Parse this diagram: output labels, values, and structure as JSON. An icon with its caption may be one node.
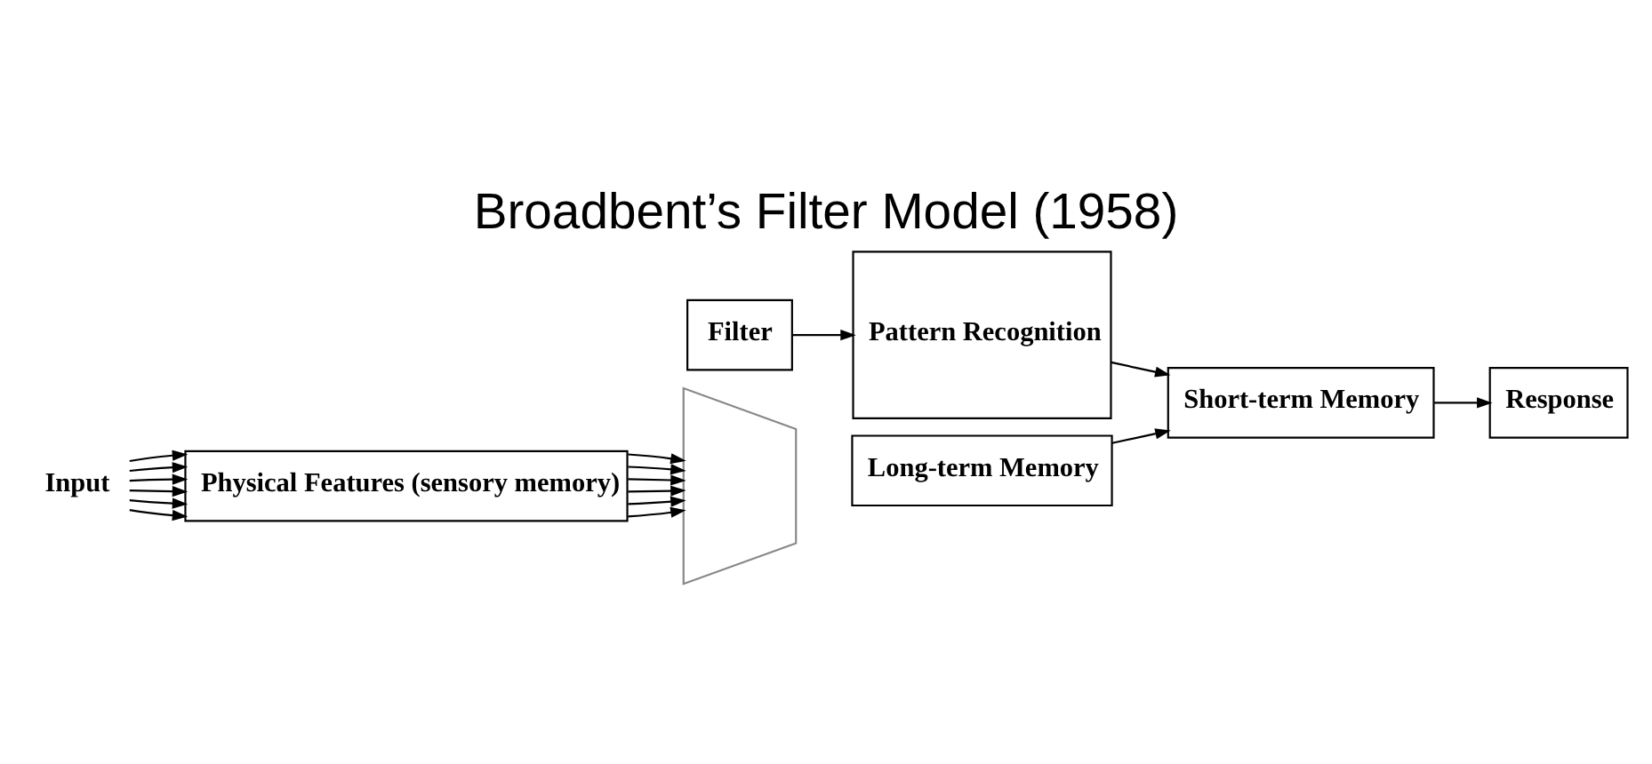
{
  "diagram": {
    "title": "Broadbent’s Filter Model (1958)",
    "nodes": [
      {
        "text": [
          "Input"
        ]
      },
      {
        "text": [
          "Physical Features (sensory memory)"
        ]
      },
      {
        "text": [],
        "shape": "trapezoid"
      },
      {
        "text": [
          "Filter"
        ]
      },
      {
        "text": [
          "Pattern Recognition"
        ]
      },
      {
        "text": [
          "Long-term Memory"
        ]
      },
      {
        "text": [
          "Short-term Memory"
        ]
      },
      {
        "text": [
          "Response"
        ]
      }
    ],
    "edges": [
      {
        "from": 0,
        "to": 1,
        "arrow": "to"
      },
      {
        "from": 0,
        "to": 1,
        "arrow": "to"
      },
      {
        "from": 0,
        "to": 1,
        "arrow": "to"
      },
      {
        "from": 0,
        "to": 1,
        "arrow": "to"
      },
      {
        "from": 0,
        "to": 1,
        "arrow": "to"
      },
      {
        "from": 0,
        "to": 1,
        "arrow": "to"
      },
      {
        "from": 1,
        "to": 2,
        "arrow": "to"
      },
      {
        "from": 1,
        "to": 2,
        "arrow": "to"
      },
      {
        "from": 1,
        "to": 2,
        "arrow": "to"
      },
      {
        "from": 1,
        "to": 2,
        "arrow": "to"
      },
      {
        "from": 1,
        "to": 2,
        "arrow": "to"
      },
      {
        "from": 1,
        "to": 2,
        "arrow": "to"
      },
      {
        "from": 3,
        "to": 4,
        "arrow": "to"
      },
      {
        "from": 4,
        "to": 6,
        "arrow": "to"
      },
      {
        "from": 5,
        "to": 6,
        "arrow": "to"
      },
      {
        "from": 6,
        "to": 7,
        "arrow": "to"
      }
    ]
  }
}
